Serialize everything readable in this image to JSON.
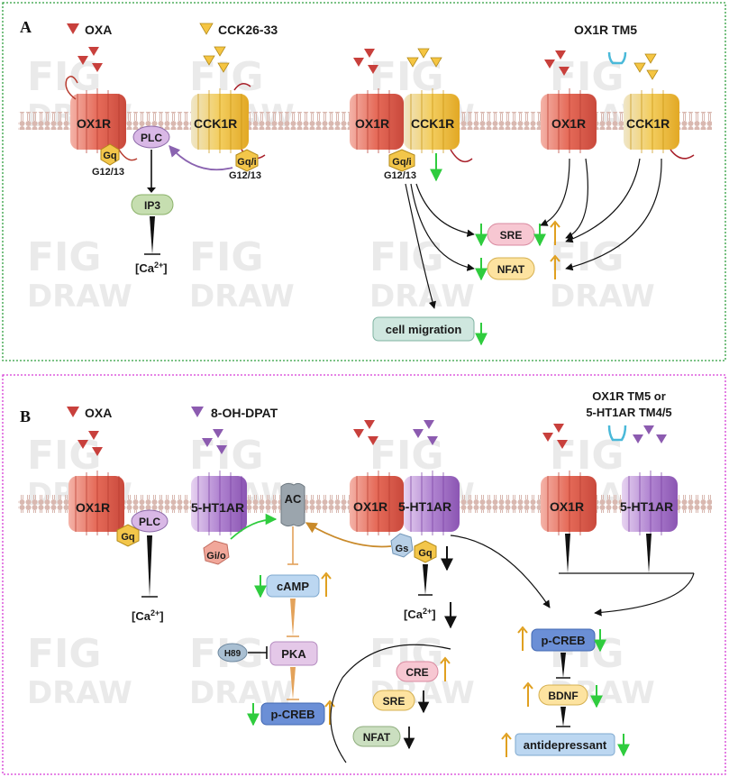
{
  "panel_a": {
    "letter": "A",
    "legend_oxa": "OXA",
    "legend_cck": "CCK26-33",
    "legend_tm5": "OX1R TM5",
    "ox1r": "OX1R",
    "cck1r": "CCK1R",
    "plc": "PLC",
    "gq": "Gq",
    "g1213": "G12/13",
    "gqi": "Gq/i",
    "ip3": "IP3",
    "ca": "[Ca",
    "ca_sup": "2+",
    "ca_end": "]",
    "sre": "SRE",
    "nfat": "NFAT",
    "cell_migration": "cell migration"
  },
  "panel_b": {
    "letter": "B",
    "legend_oxa": "OXA",
    "legend_dpat": "8-OH-DPAT",
    "legend_tm_line1": "OX1R TM5 or",
    "legend_tm_line2": "5-HT1AR TM4/5",
    "ox1r": "OX1R",
    "ht1ar": "5-HT1AR",
    "plc": "PLC",
    "gq": "Gq",
    "gio": "Gi/o",
    "gs": "Gs",
    "ac": "AC",
    "camp": "cAMP",
    "pka": "PKA",
    "h89": "H89",
    "pcreb": "p-CREB",
    "cre": "CRE",
    "sre": "SRE",
    "nfat": "NFAT",
    "bdnf": "BDNF",
    "antidepressant": "antidepressant",
    "ca": "[Ca",
    "ca_sup": "2+",
    "ca_end": "]"
  },
  "watermark": {
    "line1": "FIG",
    "line2": "DRAW"
  },
  "colors": {
    "panel_a_border": "#2e9e3e",
    "panel_b_border": "#d63bd6",
    "ox1r": "#e06e5f",
    "cck1r": "#f2c350",
    "ht1ar": "#9b6bc0",
    "oxa_ligand": "#c8403c",
    "cck_ligand": "#f5c542",
    "dpat_ligand": "#8c5bb0",
    "tm_peptide": "#4ab9d9",
    "arrow_up": "#e0a020",
    "arrow_down": "#2fcc3e",
    "membrane": "#c9a7a0"
  }
}
